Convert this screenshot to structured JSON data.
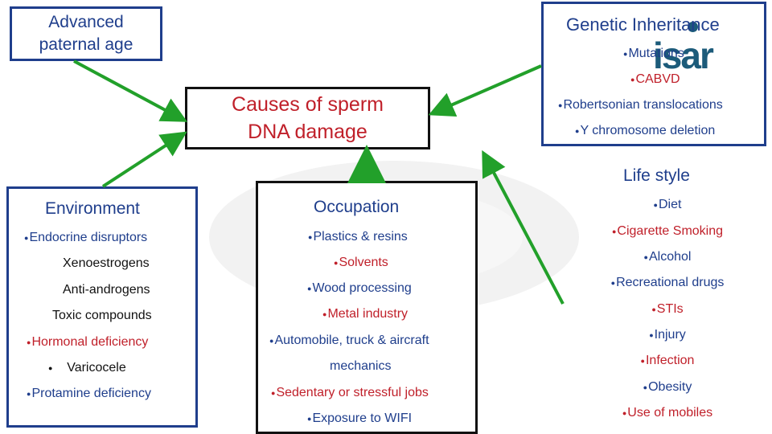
{
  "colors": {
    "heading_blue": "#1f3e8c",
    "text_red": "#c0202a",
    "arrow_green": "#22a02a",
    "border_black": "#111111"
  },
  "advanced_paternal_age": {
    "line1": "Advanced",
    "line2": "paternal age"
  },
  "center": {
    "line1": "Causes of sperm",
    "line2": "DNA damage"
  },
  "genetic": {
    "title": "Genetic Inheritance",
    "items": [
      "Mutations",
      "CABVD",
      "Robertsonian translocations",
      "Y chromosome deletion"
    ]
  },
  "logo": {
    "text": "isar",
    "icon": "isar-logo-icon"
  },
  "environment": {
    "title": "Environment",
    "items": [
      "Endocrine disruptors",
      "Xenoestrogens",
      "Anti-androgens",
      "Toxic compounds",
      "Hormonal deficiency",
      "Varicocele",
      "Protamine deficiency"
    ]
  },
  "occupation": {
    "title": "Occupation",
    "items": [
      "Plastics & resins",
      "Solvents",
      "Wood processing",
      "Metal industry",
      "Automobile, truck & aircraft",
      "mechanics",
      "Sedentary or stressful jobs",
      "Exposure to WIFI"
    ]
  },
  "lifestyle": {
    "title": "Life style",
    "items": [
      "Diet",
      "Cigarette Smoking",
      "Alcohol",
      "Recreational drugs",
      "STIs",
      "Injury",
      "Infection",
      "Obesity",
      "Use of mobiles"
    ]
  }
}
